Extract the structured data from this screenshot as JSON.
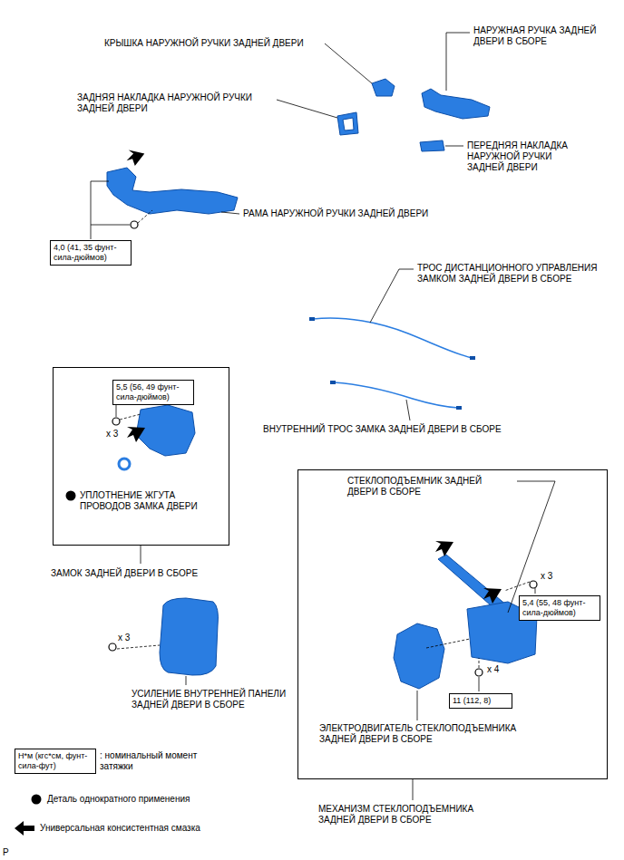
{
  "diagram": {
    "nodes": [
      {
        "text": [
          "4,0 (41, 35 фунт-сила-дюймов)"
        ]
      },
      {
        "text": [
          "ЗАМОК ЗАДНЕЙ ДВЕРИ В СБОРЕ"
        ]
      },
      {
        "text": [
          "5,5 (56, 49 фунт-сила-дюймов)"
        ],
        "in": 1
      },
      {
        "text": [
          "МЕХАНИЗМ СТЕКЛОПОДЪЕМНИКА ЗАДНЕЙ ДВЕРИ В СБОРЕ"
        ]
      },
      {
        "text": [
          "5,4 (55, 48 фунт-сила-дюймов)"
        ],
        "in": 3
      },
      {
        "text": [
          "11 (112, 8)"
        ],
        "in": 3
      },
      {
        "text": [
          "Н*м (кгс*см, фунт-сила-фут)"
        ]
      }
    ],
    "labels": [
      "КРЫШКА НАРУЖНОЙ РУЧКИ ЗАДНЕЙ ДВЕРИ",
      "НАРУЖНАЯ РУЧКА ЗАДНЕЙ ДВЕРИ В СБОРЕ",
      "ЗАДНЯЯ НАКЛАДКА НАРУЖНОЙ РУЧКИ ЗАДНЕЙ ДВЕРИ",
      "ПЕРЕДНЯЯ НАКЛАДКА НАРУЖНОЙ РУЧКИ ЗАДНЕЙ ДВЕРИ",
      "РАМА НАРУЖНОЙ РУЧКИ ЗАДНЕЙ ДВЕРИ",
      "ТРОС ДИСТАНЦИОННОГО УПРАВЛЕНИЯ ЗАМКОМ ЗАДНЕЙ ДВЕРИ В СБОРЕ",
      "x 3",
      "УПЛОТНЕНИЕ ЖГУТА ПРОВОДОВ ЗАМКА ДВЕРИ",
      "ВНУТРЕННИЙ ТРОС ЗАМКА ЗАДНЕЙ ДВЕРИ В СБОРЕ",
      "СТЕКЛОПОДЪЕМНИК ЗАДНЕЙ ДВЕРИ В СБОРЕ",
      "x 3",
      "x 4",
      "x 3",
      "УСИЛЕНИЕ ВНУТРЕННЕЙ ПАНЕЛИ ЗАДНЕЙ ДВЕРИ В СБОРЕ",
      "ЭЛЕКТРОДВИГАТЕЛЬ СТЕКЛОПОДЪЕМНИКА ЗАДНЕЙ ДВЕРИ В СБОРЕ",
      "P"
    ],
    "legend": [
      {
        "text": ": номинальный момент затяжки"
      },
      {
        "text": "Деталь однократного применения"
      },
      {
        "text": "Универсальная консистентная смазка"
      }
    ]
  }
}
